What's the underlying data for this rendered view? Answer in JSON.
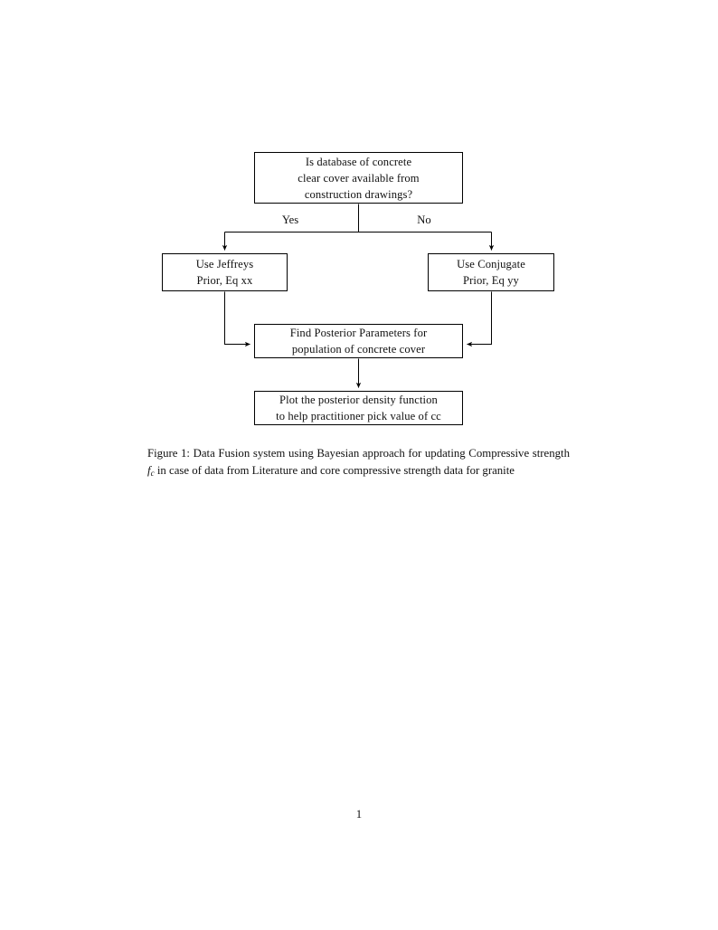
{
  "document": {
    "page_number": "1"
  },
  "figure": {
    "nodes": [
      {
        "id": "question",
        "lines": [
          "Is database of concrete",
          "clear cover available from",
          "construction drawings?"
        ]
      },
      {
        "id": "jeffreys",
        "lines": [
          "Use Jeffreys",
          "Prior, Eq xx"
        ]
      },
      {
        "id": "conjugate",
        "lines": [
          "Use Conjugate",
          "Prior, Eq yy"
        ]
      },
      {
        "id": "posterior",
        "lines": [
          "Find Posterior Parameters for",
          "population of concrete cover"
        ]
      },
      {
        "id": "plot",
        "lines": [
          "Plot the posterior density function",
          "to help practitioner pick value of cc"
        ]
      }
    ],
    "branch_labels": {
      "yes": "Yes",
      "no": "No"
    },
    "edges": [
      {
        "from": "question",
        "to": "jeffreys",
        "label": "Yes"
      },
      {
        "from": "question",
        "to": "conjugate",
        "label": "No"
      },
      {
        "from": "jeffreys",
        "to": "posterior",
        "label": ""
      },
      {
        "from": "conjugate",
        "to": "posterior",
        "label": ""
      },
      {
        "from": "posterior",
        "to": "plot",
        "label": ""
      }
    ],
    "stroke_color": "#000000"
  },
  "caption": {
    "label": "Figure 1:",
    "text_before_var": " Data Fusion system using Bayesian approach for updating Compressive strength ",
    "variable_base": "f",
    "variable_sub": "c",
    "text_after_var": " in case of data from Literature and core compressive strength data for granite"
  }
}
